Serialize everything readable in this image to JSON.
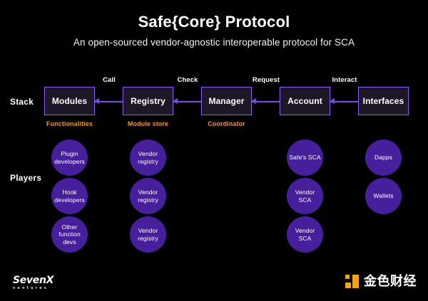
{
  "header": {
    "title": "Safe{Core} Protocol",
    "subtitle": "An open-sourced vendor-agnostic interoperable protocol for SCA"
  },
  "rows": {
    "stack_label": "Stack",
    "players_label": "Players"
  },
  "colors": {
    "background": "#000000",
    "box_border": "#8b5cf6",
    "box_fill": "#1d1727",
    "arrow": "#7c4ddb",
    "sublabel": "#e8962c",
    "circle_fill": "#46209c",
    "text": "#ffffff",
    "brand_orange": "#f2a413"
  },
  "stack": [
    {
      "name": "Modules",
      "sublabel": "Functionalities"
    },
    {
      "name": "Registry",
      "sublabel": "Module store"
    },
    {
      "name": "Manager",
      "sublabel": "Coordinator"
    },
    {
      "name": "Account",
      "sublabel": ""
    },
    {
      "name": "Interfaces",
      "sublabel": ""
    }
  ],
  "arrows": [
    {
      "label": "Call",
      "from": "Registry",
      "to": "Modules"
    },
    {
      "label": "Check",
      "from": "Manager",
      "to": "Registry"
    },
    {
      "label": "Request",
      "from": "Account",
      "to": "Manager"
    },
    {
      "label": "Interact",
      "from": "Interfaces",
      "to": "Account"
    }
  ],
  "players": {
    "modules": [
      "Plugin developers",
      "Hook developers",
      "Other function devs"
    ],
    "registry": [
      "Vendor registry",
      "Vendor registry",
      "Vendor registry"
    ],
    "manager": [],
    "account": [
      "Safe's SCA",
      "Vendor SCA",
      "Vendor SCA"
    ],
    "interfaces": [
      "Dapps",
      "Wallets"
    ]
  },
  "footer": {
    "sevenx_main": "SevenX",
    "sevenx_sub": "ventures",
    "jinse_text": "金色财经",
    "jinse_icon": "jinse-logo-mark"
  }
}
